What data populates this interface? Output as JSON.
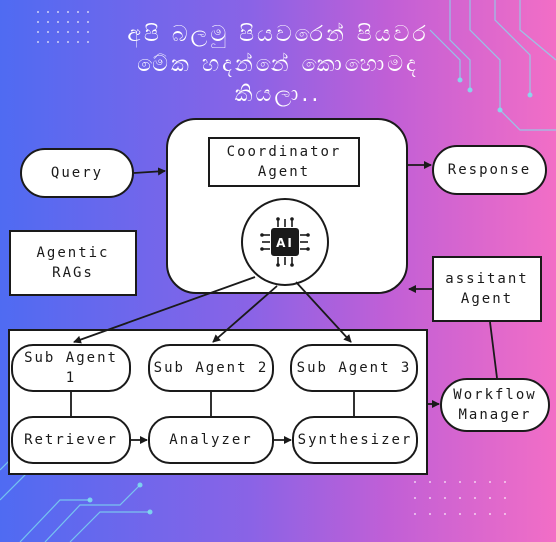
{
  "title": {
    "line1": "අපි බලමු පියවරෙන් පියවර",
    "line2": "මේක හදන්නේ කොහොමද",
    "line3": "කියලා.."
  },
  "nodes": {
    "query": "Query",
    "response": "Response",
    "coordinator_line1": "Coordinator",
    "coordinator_line2": "Agent",
    "ai_chip_label": "AI",
    "agentic_line1": "Agentic",
    "agentic_line2": "RAGs",
    "assistant_line1": "assitant",
    "assistant_line2": "Agent",
    "subagent1_line1": "Sub Agent",
    "subagent1_line2": "1",
    "subagent2": "Sub Agent 2",
    "subagent3": "Sub Agent 3",
    "retriever": "Retriever",
    "analyzer": "Analyzer",
    "synthesizer": "Synthesizer",
    "workflow_line1": "Workflow",
    "workflow_line2": "Manager"
  },
  "colors": {
    "gradient_left": "#4f6bf2",
    "gradient_right": "#f26ec6",
    "node_fill": "#ffffff",
    "stroke": "#1a1a1a",
    "circuit": "#7fe3f0"
  },
  "icons": {
    "ai_chip": "ai-chip-icon"
  }
}
